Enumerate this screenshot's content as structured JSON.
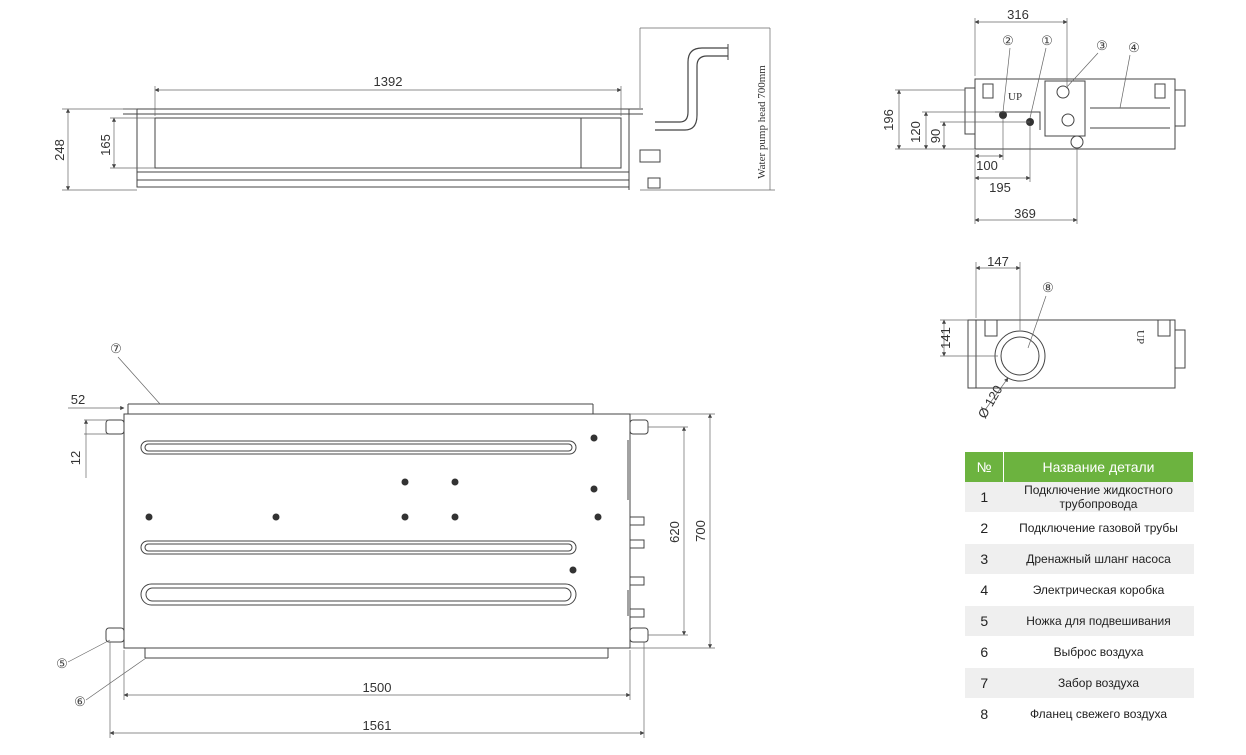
{
  "front_view": {
    "width_label": "1392",
    "height_label": "248",
    "inner_height_label": "165",
    "pump_note": "Water pump head 700mm"
  },
  "side_view": {
    "labels": [
      "316",
      "196",
      "120",
      "90",
      "100",
      "195",
      "369"
    ],
    "callouts": [
      "②",
      "①",
      "③",
      "④"
    ],
    "up_mark": "UP"
  },
  "rear_view": {
    "labels": [
      "147",
      "141",
      "Ø 120"
    ],
    "callout": "⑧",
    "up_mark": "UP"
  },
  "plan_view": {
    "labels": [
      "52",
      "12",
      "620",
      "700",
      "1500",
      "1561"
    ],
    "callouts": [
      "⑦",
      "⑤",
      "⑥"
    ]
  },
  "table": {
    "col_num": "№",
    "col_name": "Название детали",
    "rows": [
      {
        "num": "1",
        "name": "Подключение жидкостного трубопровода"
      },
      {
        "num": "2",
        "name": "Подключение газовой трубы"
      },
      {
        "num": "3",
        "name": "Дренажный шланг насоса"
      },
      {
        "num": "4",
        "name": "Электрическая коробка"
      },
      {
        "num": "5",
        "name": "Ножка для подвешивания"
      },
      {
        "num": "6",
        "name": "Выброс воздуха"
      },
      {
        "num": "7",
        "name": "Забор воздуха"
      },
      {
        "num": "8",
        "name": "Фланец свежего воздуха"
      }
    ]
  },
  "colors": {
    "header_green": "#6cb33f",
    "line": "#444444"
  }
}
